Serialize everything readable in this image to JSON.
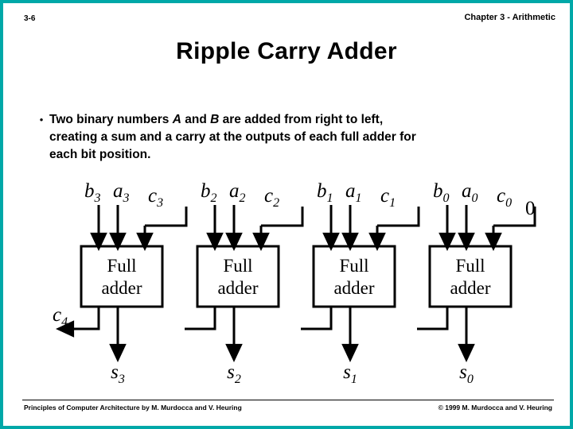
{
  "slide": {
    "number": "3-6",
    "chapter_header": "Chapter 3 - Arithmetic",
    "title": "Ripple Carry Adder",
    "accent_color": "#00a8a8",
    "background": "#ffffff",
    "text_color": "#000000"
  },
  "bullets": [
    {
      "marker": "•",
      "line1_a": "Two binary numbers ",
      "line1_i1": "A",
      "line1_b": " and ",
      "line1_i2": "B",
      "line1_c": " are added from right to left,",
      "line2": "creating a sum and a carry at the outputs of each full adder for",
      "line3": "each bit position."
    }
  ],
  "figure": {
    "name": "ripple-carry-adder-diagram",
    "adders": [
      {
        "id": "adder-3",
        "label_line1": "Full",
        "label_line2": "adder",
        "input_a": "b3",
        "input_a_base": "b",
        "input_a_sub": "3",
        "input_b_base": "a",
        "input_b_sub": "3",
        "carry_in_base": "c",
        "carry_in_sub": "3",
        "sum_base": "s",
        "sum_sub": "3"
      },
      {
        "id": "adder-2",
        "label_line1": "Full",
        "label_line2": "adder",
        "input_a_base": "b",
        "input_a_sub": "2",
        "input_b_base": "a",
        "input_b_sub": "2",
        "carry_in_base": "c",
        "carry_in_sub": "2",
        "sum_base": "s",
        "sum_sub": "2"
      },
      {
        "id": "adder-1",
        "label_line1": "Full",
        "label_line2": "adder",
        "input_a_base": "b",
        "input_a_sub": "1",
        "input_b_base": "a",
        "input_b_sub": "1",
        "carry_in_base": "c",
        "carry_in_sub": "1",
        "sum_base": "s",
        "sum_sub": "1"
      },
      {
        "id": "adder-0",
        "label_line1": "Full",
        "label_line2": "adder",
        "input_a_base": "b",
        "input_a_sub": "0",
        "input_b_base": "a",
        "input_b_sub": "0",
        "carry_in_base": "c",
        "carry_in_sub": "0",
        "carry_in_value": "0",
        "sum_base": "s",
        "sum_sub": "0"
      }
    ],
    "carry_out_base": "c",
    "carry_out_sub": "4"
  },
  "footer": {
    "left": "Principles of Computer Architecture by M. Murdocca and V. Heuring",
    "right": "© 1999 M. Murdocca and V. Heuring"
  }
}
